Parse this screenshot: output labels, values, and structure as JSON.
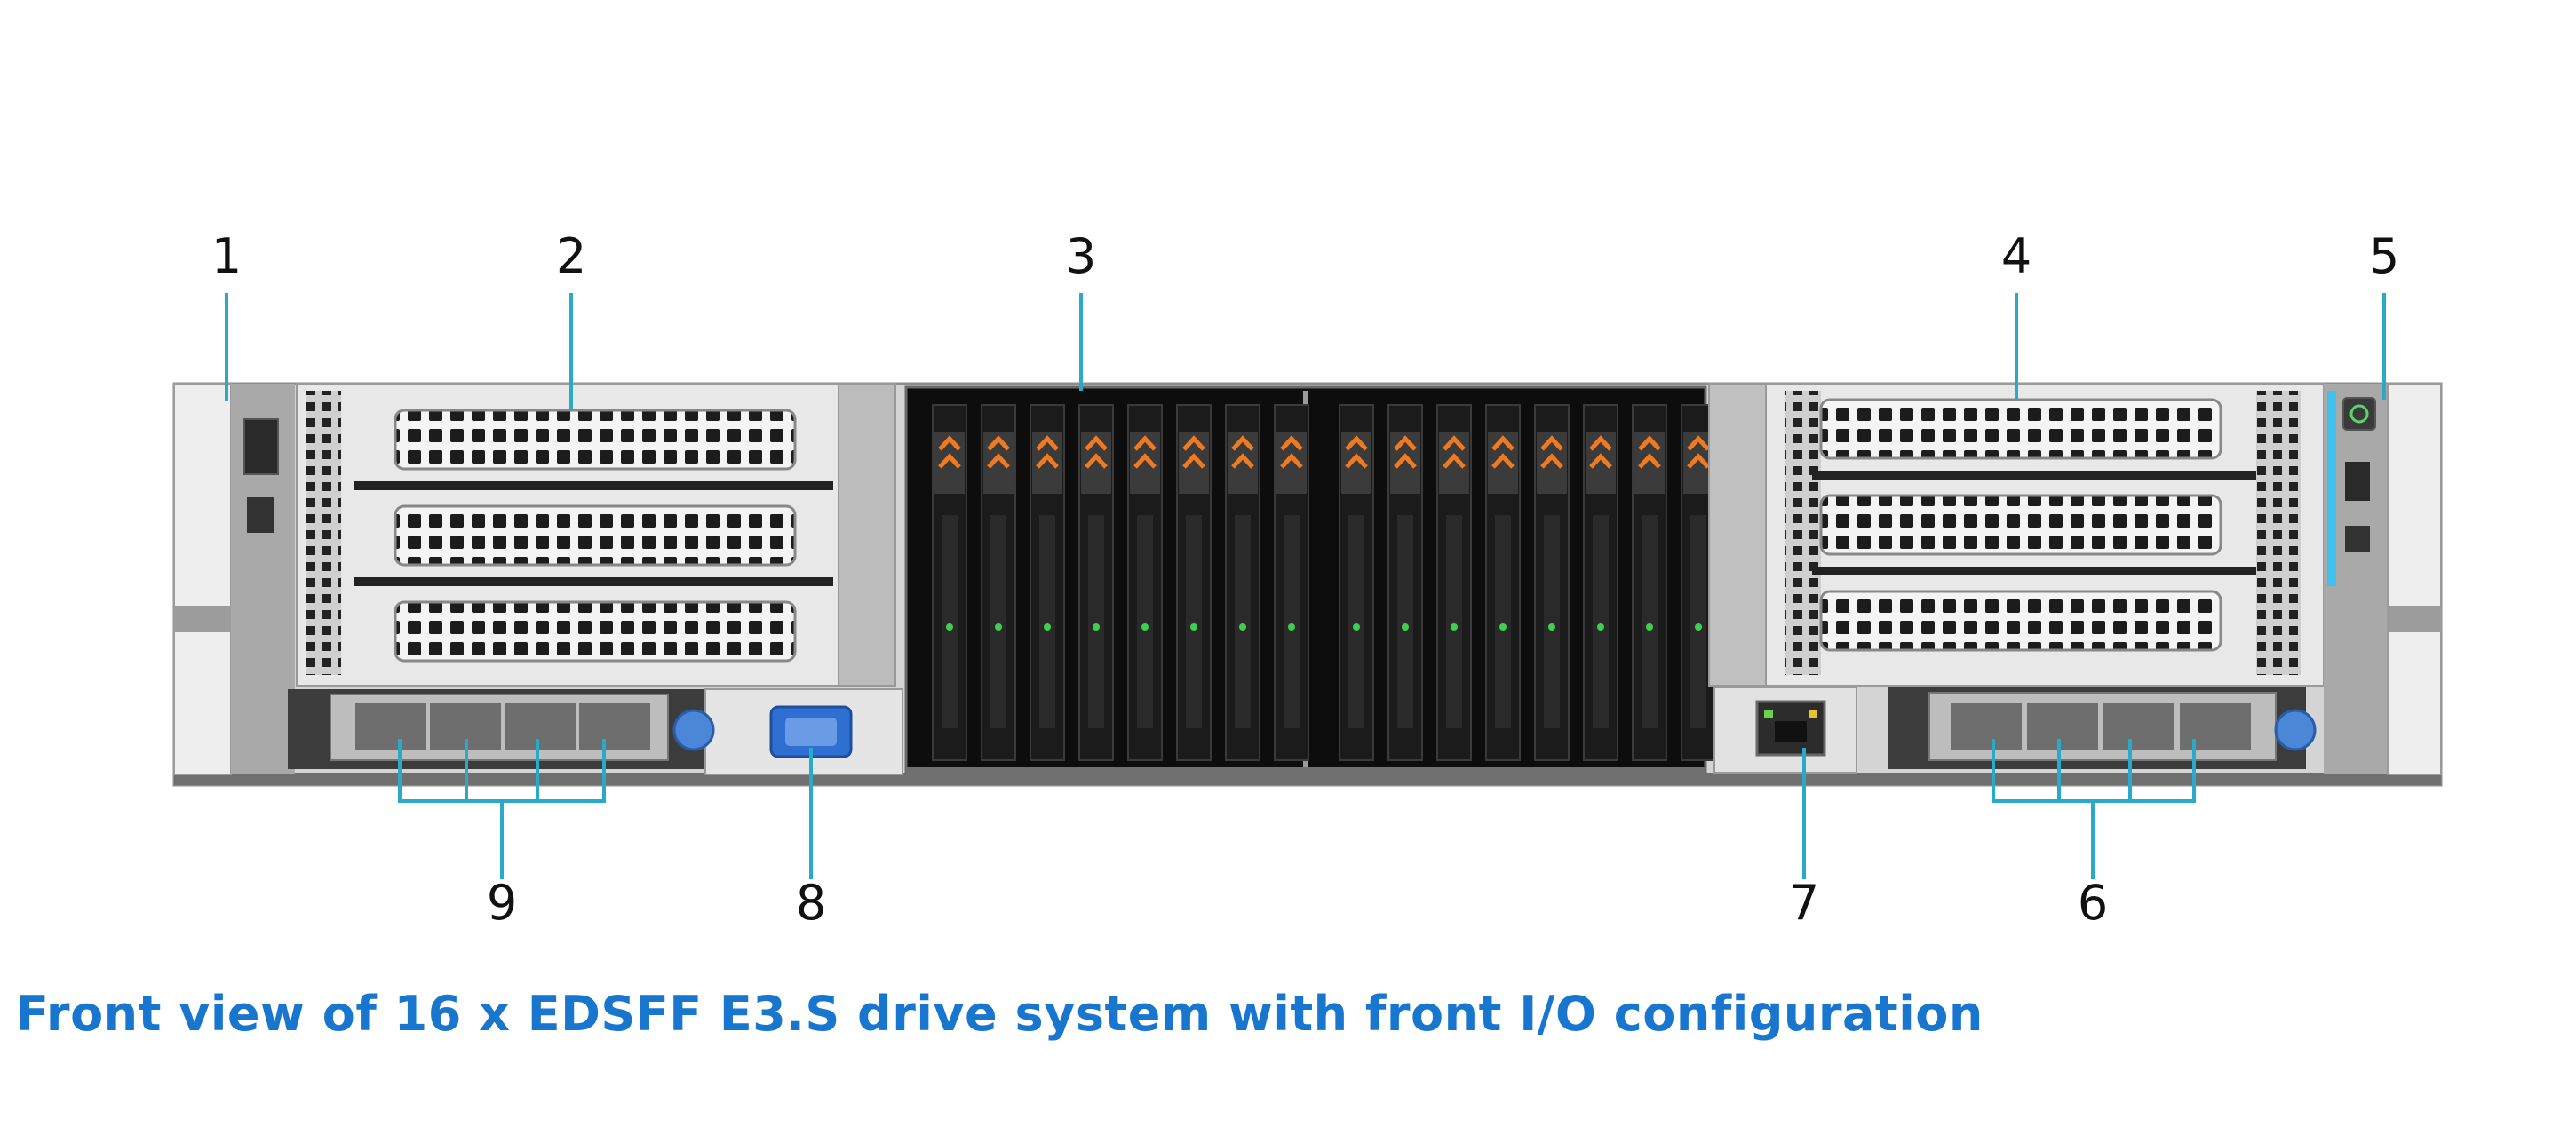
{
  "caption": "Front view of 16 x EDSFF E3.S drive system with front I/O configuration",
  "callouts": [
    "1",
    "2",
    "3",
    "4",
    "5",
    "6",
    "7",
    "8",
    "9"
  ],
  "drive_count": 16,
  "colors": {
    "leader": "#2aa9c9",
    "caption": "#1976cf",
    "drive_accent": "#ef7a22",
    "drive_body": "#1b1b1b",
    "chassis": "#d9d9d9",
    "vga_port": "#2f6fd1",
    "status_led": "#41c2ee"
  }
}
